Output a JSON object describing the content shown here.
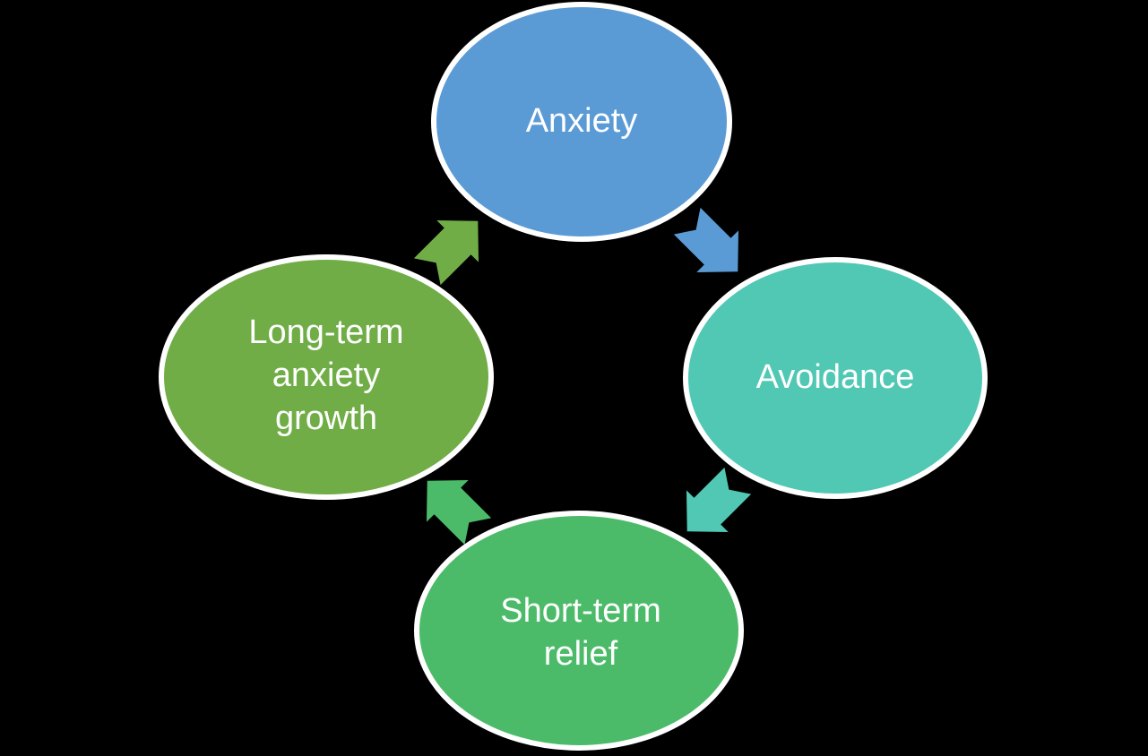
{
  "diagram": {
    "type": "cycle",
    "direction": "clockwise",
    "background": "#000000",
    "outline_color": "#FFFFFF",
    "text_color": "#FFFFFF",
    "nodes": [
      {
        "name": "anxiety",
        "label": "Anxiety",
        "lines": [
          "Anxiety"
        ],
        "color": "#5B9BD5",
        "position": "top"
      },
      {
        "name": "avoidance",
        "label": "Avoidance",
        "lines": [
          "Avoidance"
        ],
        "color": "#50C8B4",
        "position": "right"
      },
      {
        "name": "short-term-relief",
        "label": "Short-term relief",
        "lines": [
          "Short-term",
          "relief"
        ],
        "color": "#4CBB69",
        "position": "bottom"
      },
      {
        "name": "long-term-anxiety-growth",
        "label": "Long-term anxiety growth",
        "lines": [
          "Long-term",
          "anxiety",
          "growth"
        ],
        "color": "#70AD47",
        "position": "left"
      }
    ],
    "arrows": [
      {
        "name": "anxiety-to-avoidance",
        "color": "#5B9BD5"
      },
      {
        "name": "avoidance-to-short-term-relief",
        "color": "#50C8B4"
      },
      {
        "name": "short-term-relief-to-long-term-anxiety-growth",
        "color": "#4CBB69"
      },
      {
        "name": "long-term-anxiety-growth-to-anxiety",
        "color": "#70AD47"
      }
    ]
  }
}
